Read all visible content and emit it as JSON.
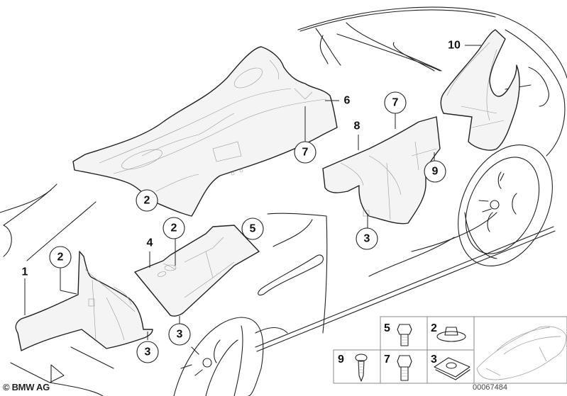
{
  "diagram": {
    "copyright": "© BMW AG",
    "document_number": "00067484",
    "callouts": {
      "p1": "1",
      "p2a": "2",
      "p2b": "2",
      "p2c": "2",
      "p3a": "3",
      "p3b": "3",
      "p3c": "3",
      "p4": "4",
      "p5": "5",
      "p6": "6",
      "p7a": "7",
      "p7b": "7",
      "p8": "8",
      "p9": "9",
      "p10": "10"
    },
    "hardware_legend": [
      {
        "number": "5",
        "icon": "hex-bolt-icon"
      },
      {
        "number": "2",
        "icon": "plastic-nut-icon"
      },
      {
        "number": "9",
        "icon": "tapping-screw-icon"
      },
      {
        "number": "7",
        "icon": "flange-bolt-icon"
      },
      {
        "number": "3",
        "icon": "spring-nut-icon"
      }
    ],
    "thumbnail_icon": "vehicle-thumbnail-icon"
  }
}
